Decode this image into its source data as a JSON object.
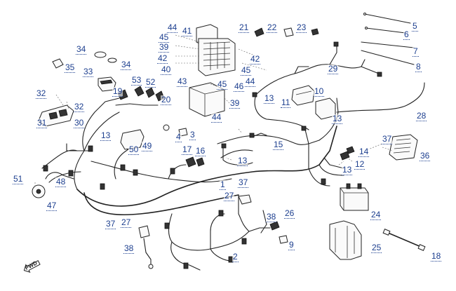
{
  "diagram": {
    "callouts": [
      {
        "id": "c5",
        "text": "5"
      },
      {
        "id": "c6",
        "text": "6"
      },
      {
        "id": "c7",
        "text": "7"
      },
      {
        "id": "c8",
        "text": "8"
      },
      {
        "id": "c21",
        "text": "21"
      },
      {
        "id": "c22",
        "text": "22"
      },
      {
        "id": "c23",
        "text": "23"
      },
      {
        "id": "c44a",
        "text": "44"
      },
      {
        "id": "c41",
        "text": "41"
      },
      {
        "id": "c45a",
        "text": "45"
      },
      {
        "id": "c39a",
        "text": "39"
      },
      {
        "id": "c42a",
        "text": "42"
      },
      {
        "id": "c40",
        "text": "40"
      },
      {
        "id": "c42b",
        "text": "42"
      },
      {
        "id": "c45b",
        "text": "45"
      },
      {
        "id": "c34a",
        "text": "34"
      },
      {
        "id": "c34b",
        "text": "34"
      },
      {
        "id": "c35",
        "text": "35"
      },
      {
        "id": "c33",
        "text": "33"
      },
      {
        "id": "c29",
        "text": "29"
      },
      {
        "id": "c53",
        "text": "53"
      },
      {
        "id": "c52",
        "text": "52"
      },
      {
        "id": "c43",
        "text": "43"
      },
      {
        "id": "c45c",
        "text": "45"
      },
      {
        "id": "c46",
        "text": "46"
      },
      {
        "id": "c44b",
        "text": "44"
      },
      {
        "id": "c10",
        "text": "10"
      },
      {
        "id": "c32a",
        "text": "32"
      },
      {
        "id": "c19",
        "text": "19"
      },
      {
        "id": "c20",
        "text": "20"
      },
      {
        "id": "c13a",
        "text": "13"
      },
      {
        "id": "c11",
        "text": "11"
      },
      {
        "id": "c39b",
        "text": "39"
      },
      {
        "id": "c32b",
        "text": "32"
      },
      {
        "id": "c44c",
        "text": "44"
      },
      {
        "id": "c28",
        "text": "28"
      },
      {
        "id": "c31",
        "text": "31"
      },
      {
        "id": "c30",
        "text": "30"
      },
      {
        "id": "c13b",
        "text": "13"
      },
      {
        "id": "c4",
        "text": "4"
      },
      {
        "id": "c3",
        "text": "3"
      },
      {
        "id": "c13c",
        "text": "13"
      },
      {
        "id": "c50",
        "text": "50"
      },
      {
        "id": "c49",
        "text": "49"
      },
      {
        "id": "c15",
        "text": "15"
      },
      {
        "id": "c37a",
        "text": "37"
      },
      {
        "id": "c14",
        "text": "14"
      },
      {
        "id": "c17",
        "text": "17"
      },
      {
        "id": "c16",
        "text": "16"
      },
      {
        "id": "c13d",
        "text": "13"
      },
      {
        "id": "c36",
        "text": "36"
      },
      {
        "id": "c12",
        "text": "12"
      },
      {
        "id": "c13e",
        "text": "13"
      },
      {
        "id": "c51",
        "text": "51"
      },
      {
        "id": "c48",
        "text": "48"
      },
      {
        "id": "c1",
        "text": "1"
      },
      {
        "id": "c37b",
        "text": "37"
      },
      {
        "id": "c27a",
        "text": "27"
      },
      {
        "id": "c47",
        "text": "47"
      },
      {
        "id": "c24",
        "text": "24"
      },
      {
        "id": "c38a",
        "text": "38"
      },
      {
        "id": "c26",
        "text": "26"
      },
      {
        "id": "c37c",
        "text": "37"
      },
      {
        "id": "c27b",
        "text": "27"
      },
      {
        "id": "c38b",
        "text": "38"
      },
      {
        "id": "c9",
        "text": "9"
      },
      {
        "id": "c25",
        "text": "25"
      },
      {
        "id": "c2",
        "text": "2"
      },
      {
        "id": "c18",
        "text": "18"
      }
    ],
    "direction_badge": "FWD",
    "colors": {
      "callout": "#1d3f8f",
      "line": "#222222"
    }
  }
}
